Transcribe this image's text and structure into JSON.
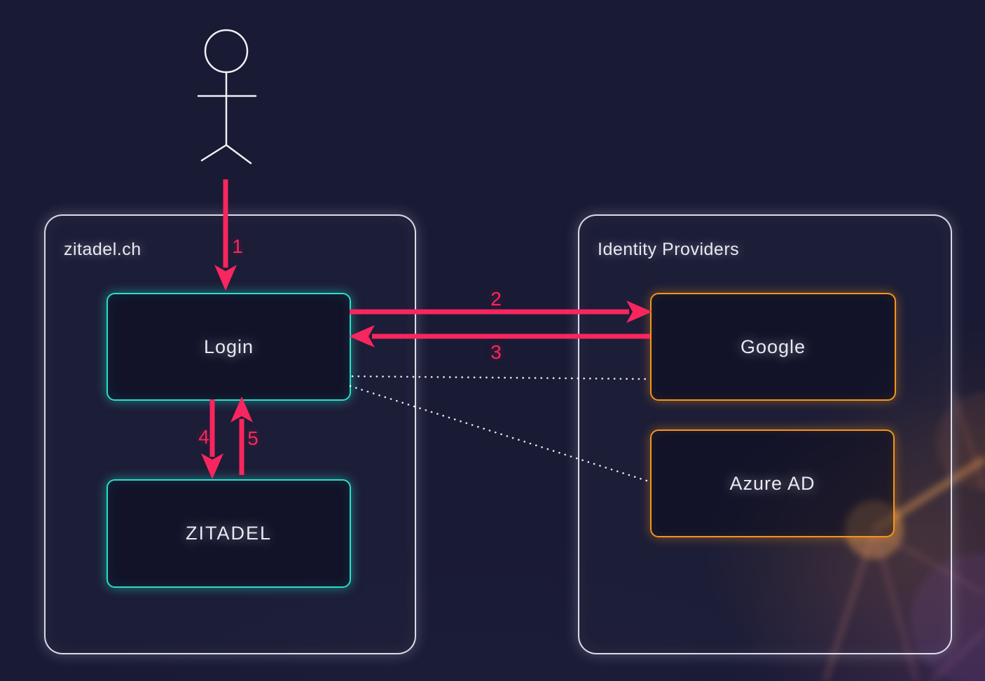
{
  "colors": {
    "background": "#191A34",
    "pink": "#F8265E",
    "teal": "#2ADECA",
    "orange": "#F5941C",
    "text": "#E9E9F2"
  },
  "icons": {
    "actor": "stick-figure-person",
    "arrow_style": "pink-dart-arrow"
  },
  "diagram": {
    "containers": [
      {
        "title": "zitadel.ch",
        "nodes": [
          {
            "label": "Login"
          },
          {
            "label": "ZITADEL"
          }
        ]
      },
      {
        "title": "Identity Providers",
        "nodes": [
          {
            "label": "Google"
          },
          {
            "label": "Azure AD"
          }
        ]
      }
    ],
    "steps": [
      {
        "label": "1",
        "from": "user",
        "to": "Login"
      },
      {
        "label": "2",
        "from": "Login",
        "to": "Google"
      },
      {
        "label": "3",
        "from": "Google",
        "to": "Login"
      },
      {
        "label": "4",
        "from": "Login",
        "to": "ZITADEL"
      },
      {
        "label": "5",
        "from": "ZITADEL",
        "to": "Login"
      }
    ],
    "dotted_links": [
      {
        "from": "Login",
        "to": "Google"
      },
      {
        "from": "Login",
        "to": "Azure AD"
      }
    ]
  }
}
